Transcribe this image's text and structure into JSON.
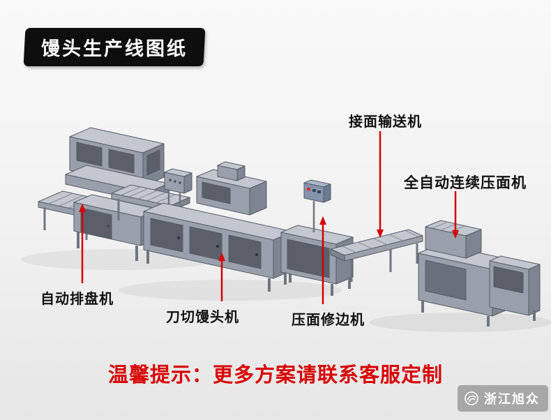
{
  "page": {
    "banner_title": "馒头生产线图纸",
    "footer_tip": "温馨提示：更多方案请联系客服定制",
    "brand_name": "浙江旭众"
  },
  "machine_labels": {
    "conveyor": "接面输送机",
    "press": "全自动连续压面机",
    "tray": "自动排盘机",
    "cutter": "刀切馒头机",
    "trimmer": "压面修边机"
  },
  "colors": {
    "accent_red": "#d50000",
    "banner_bg": "#0e0e0e",
    "machine_top": "#c2c7d0",
    "machine_front": "#9aa0ab",
    "machine_side": "#7e8490",
    "machine_inset": "#5a5f69"
  }
}
